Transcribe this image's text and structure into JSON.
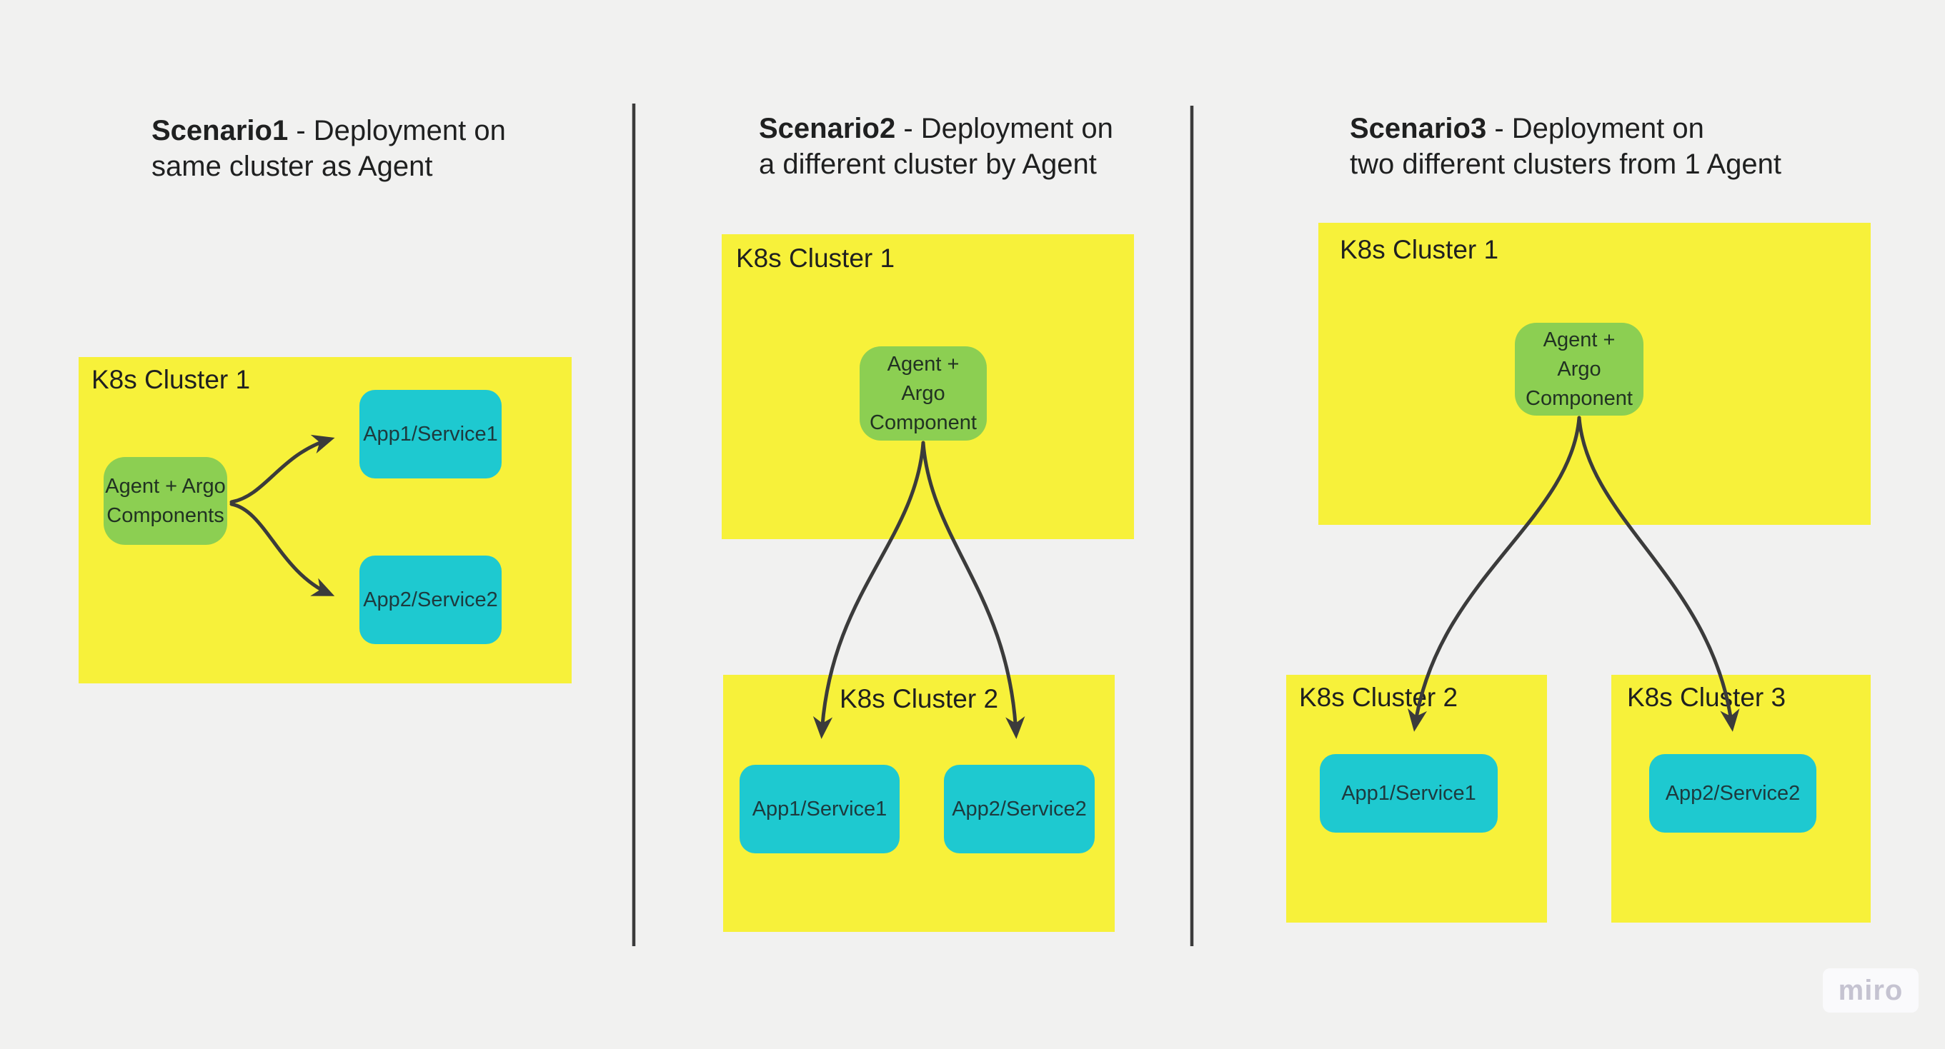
{
  "board": {
    "watermark": "miro"
  },
  "colors": {
    "background": "#f1f1f0",
    "sticky_yellow": "#f7f13a",
    "sticky_green": "#8ccf52",
    "sticky_cyan": "#1ec9d0",
    "connector": "#3b3b3b",
    "text_dark": "#1f2020",
    "watermark_text": "#c5c3d1"
  },
  "scenario1": {
    "title_bold": "Scenario1",
    "title_rest_line1": " - Deployment on",
    "title_line2": "same cluster as Agent",
    "cluster1": {
      "label": "K8s Cluster 1"
    },
    "agent_box": "Agent + Argo\nComponents",
    "app1": "App1/Service1",
    "app2": "App2/Service2"
  },
  "scenario2": {
    "title_bold": "Scenario2",
    "title_rest_line1": " - Deployment on",
    "title_line2": "a different cluster by Agent",
    "cluster1": {
      "label": "K8s Cluster 1"
    },
    "cluster2": {
      "label": "K8s Cluster 2"
    },
    "agent_box": "Agent +\nArgo\nComponent",
    "app1": "App1/Service1",
    "app2": "App2/Service2"
  },
  "scenario3": {
    "title_bold": "Scenario3",
    "title_rest_line1": " - Deployment on",
    "title_line2": "two different clusters from 1 Agent",
    "cluster1": {
      "label": "K8s Cluster 1"
    },
    "cluster2": {
      "label": "K8s Cluster 2"
    },
    "cluster3": {
      "label": "K8s Cluster 3"
    },
    "agent_box": "Agent +\nArgo\nComponent",
    "app1": "App1/Service1",
    "app2": "App2/Service2"
  }
}
